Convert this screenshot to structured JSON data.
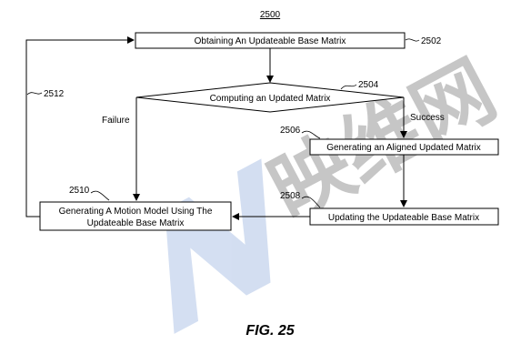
{
  "diagram": {
    "figure_number": "2500",
    "caption": "FIG. 25",
    "nodes": {
      "obtain": {
        "label": "Obtaining An Updateable Base Matrix",
        "ref": "2502"
      },
      "compute": {
        "label": "Computing an Updated Matrix",
        "ref": "2504"
      },
      "align": {
        "label": "Generating an Aligned Updated Matrix",
        "ref": "2506"
      },
      "update": {
        "label": "Updating the Updateable Base Matrix",
        "ref": "2508"
      },
      "motion": {
        "label_line1": "Generating A Motion Model Using The",
        "label_line2": "Updateable Base Matrix",
        "ref": "2510"
      }
    },
    "edges": {
      "failure": "Failure",
      "success": "Success",
      "loop_ref": "2512"
    }
  },
  "watermark": {
    "logo_text": "N映维网",
    "color": "#7fa6dc"
  }
}
